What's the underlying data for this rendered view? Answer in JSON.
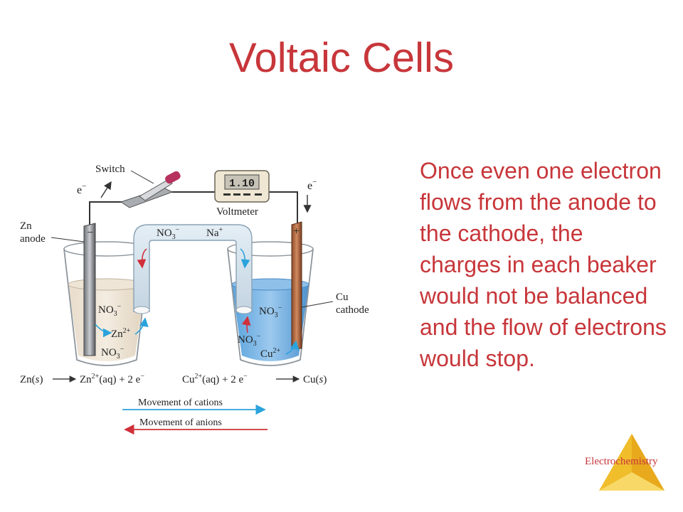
{
  "slide": {
    "title": "Voltaic Cells",
    "body": "Once even one electron flows from the anode to the cathode, the charges in each beaker would not be balanced and the flow of electrons would stop.",
    "footer": "Electrochemistry"
  },
  "diagram": {
    "switch_label": "Switch",
    "electron_left": "e",
    "electron_right": "e",
    "voltmeter_reading": "1.10",
    "voltmeter_label": "Voltmeter",
    "zn_label_1": "Zn",
    "zn_label_2": "anode",
    "cu_label_1": "Cu",
    "cu_label_2": "cathode",
    "anode_sign": "−",
    "cathode_sign": "+",
    "bridge_no3": "NO",
    "bridge_na": "Na",
    "left_no3_top": "NO",
    "left_zn2": "Zn",
    "left_no3_bottom": "NO",
    "right_no3_top": "NO",
    "right_no3_bottom": "NO",
    "right_cu2": "Cu",
    "eq_left_a": "Zn(",
    "eq_left_s": "s",
    "eq_left_b": ")",
    "eq_left_c": "Zn",
    "eq_left_d": "(aq) + 2 e",
    "eq_right_a": "Cu",
    "eq_right_b": "(aq) + 2 e",
    "eq_right_c": "Cu(",
    "eq_right_s": "s",
    "eq_right_d": ")",
    "cations_label": "Movement of cations",
    "anions_label": "Movement of anions",
    "colors": {
      "cation_arrow": "#2ba3dc",
      "anion_arrow": "#d0303a"
    }
  }
}
